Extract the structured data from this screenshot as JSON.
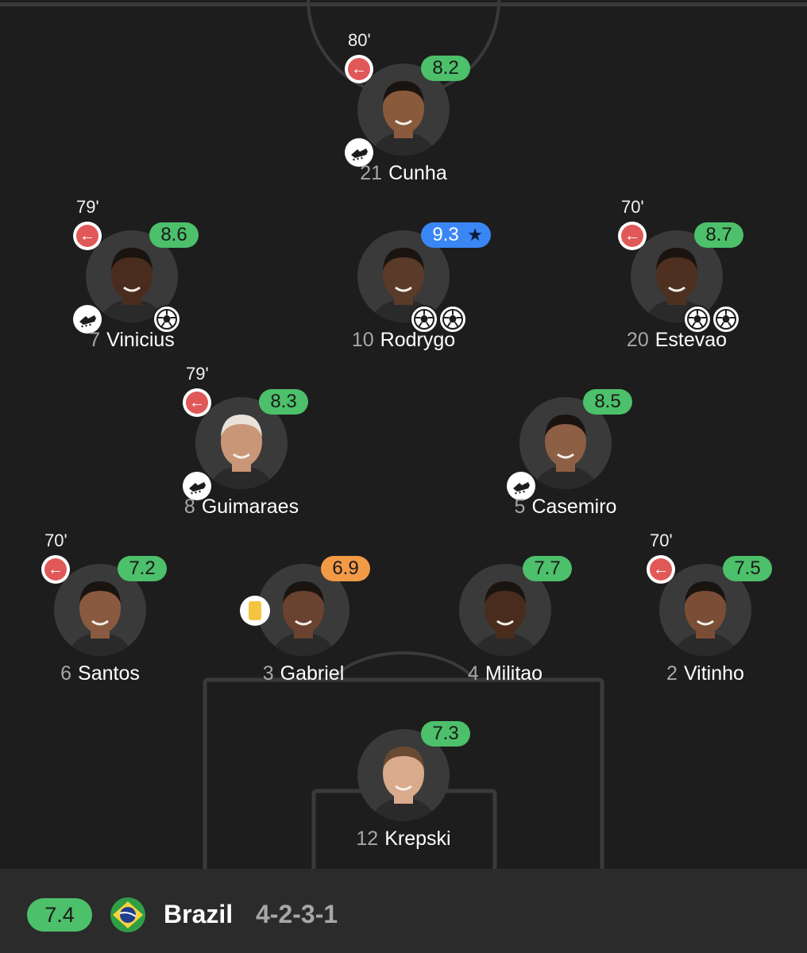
{
  "team": {
    "rating": "7.4",
    "name": "Brazil",
    "formation": "4-2-3-1",
    "flag_icon": "brazil-flag-icon"
  },
  "colors": {
    "background": "#1d1d1d",
    "rating_green": "#4cc06a",
    "rating_orange": "#f29a46",
    "rating_blue": "#3a86f5",
    "substitution_red": "#e05858",
    "yellow_card": "#f5c542"
  },
  "players": [
    {
      "id": "cunha",
      "number": "21",
      "name": "Cunha",
      "rating": "8.2",
      "rating_color": "green",
      "subbed_minute": "80'",
      "substituted": true,
      "assist": true,
      "goals": 0,
      "yellow_card": false,
      "top_rated": false
    },
    {
      "id": "vinicius",
      "number": "7",
      "name": "Vinicius",
      "rating": "8.6",
      "rating_color": "green",
      "subbed_minute": "79'",
      "substituted": true,
      "assist": true,
      "goals": 1,
      "yellow_card": false,
      "top_rated": false
    },
    {
      "id": "rodrygo",
      "number": "10",
      "name": "Rodrygo",
      "rating": "9.3",
      "rating_color": "blue",
      "subbed_minute": "",
      "substituted": false,
      "assist": false,
      "goals": 2,
      "yellow_card": false,
      "top_rated": true
    },
    {
      "id": "estevao",
      "number": "20",
      "name": "Estevao",
      "rating": "8.7",
      "rating_color": "green",
      "subbed_minute": "70'",
      "substituted": true,
      "assist": false,
      "goals": 2,
      "yellow_card": false,
      "top_rated": false
    },
    {
      "id": "guimaraes",
      "number": "8",
      "name": "Guimaraes",
      "rating": "8.3",
      "rating_color": "green",
      "subbed_minute": "79'",
      "substituted": true,
      "assist": true,
      "goals": 0,
      "yellow_card": false,
      "top_rated": false
    },
    {
      "id": "casemiro",
      "number": "5",
      "name": "Casemiro",
      "rating": "8.5",
      "rating_color": "green",
      "subbed_minute": "",
      "substituted": false,
      "assist": true,
      "goals": 0,
      "yellow_card": false,
      "top_rated": false
    },
    {
      "id": "santos",
      "number": "6",
      "name": "Santos",
      "rating": "7.2",
      "rating_color": "green",
      "subbed_minute": "70'",
      "substituted": true,
      "assist": false,
      "goals": 0,
      "yellow_card": false,
      "top_rated": false
    },
    {
      "id": "gabriel",
      "number": "3",
      "name": "Gabriel",
      "rating": "6.9",
      "rating_color": "orange",
      "subbed_minute": "",
      "substituted": false,
      "assist": false,
      "goals": 0,
      "yellow_card": true,
      "top_rated": false
    },
    {
      "id": "militao",
      "number": "4",
      "name": "Militao",
      "rating": "7.7",
      "rating_color": "green",
      "subbed_minute": "",
      "substituted": false,
      "assist": false,
      "goals": 0,
      "yellow_card": false,
      "top_rated": false
    },
    {
      "id": "vitinho",
      "number": "2",
      "name": "Vitinho",
      "rating": "7.5",
      "rating_color": "green",
      "subbed_minute": "70'",
      "substituted": true,
      "assist": false,
      "goals": 0,
      "yellow_card": false,
      "top_rated": false
    },
    {
      "id": "krepski",
      "number": "12",
      "name": "Krepski",
      "rating": "7.3",
      "rating_color": "green",
      "subbed_minute": "",
      "substituted": false,
      "assist": false,
      "goals": 0,
      "yellow_card": false,
      "top_rated": false
    }
  ]
}
